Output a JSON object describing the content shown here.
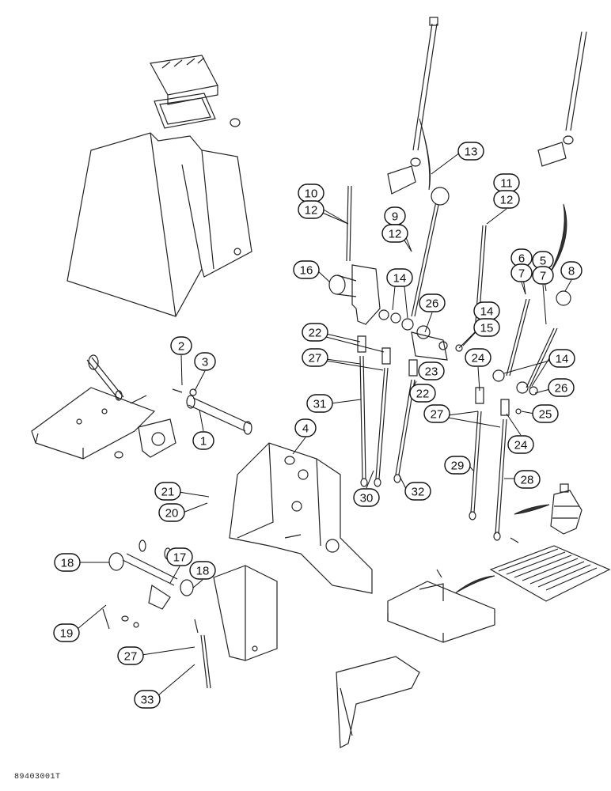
{
  "drawing_id": "89403001T",
  "callouts": [
    {
      "label": "1"
    },
    {
      "label": "2"
    },
    {
      "label": "3"
    },
    {
      "label": "4"
    },
    {
      "label": "5"
    },
    {
      "label": "7"
    },
    {
      "label": "6"
    },
    {
      "label": "7"
    },
    {
      "label": "8"
    },
    {
      "label": "9"
    },
    {
      "label": "12"
    },
    {
      "label": "10"
    },
    {
      "label": "12"
    },
    {
      "label": "11"
    },
    {
      "label": "12"
    },
    {
      "label": "13"
    },
    {
      "label": "14"
    },
    {
      "label": "14"
    },
    {
      "label": "15"
    },
    {
      "label": "14"
    },
    {
      "label": "16"
    },
    {
      "label": "17"
    },
    {
      "label": "18"
    },
    {
      "label": "18"
    },
    {
      "label": "19"
    },
    {
      "label": "20"
    },
    {
      "label": "21"
    },
    {
      "label": "22"
    },
    {
      "label": "22"
    },
    {
      "label": "23"
    },
    {
      "label": "24"
    },
    {
      "label": "24"
    },
    {
      "label": "25"
    },
    {
      "label": "26"
    },
    {
      "label": "26"
    },
    {
      "label": "27"
    },
    {
      "label": "27"
    },
    {
      "label": "27"
    },
    {
      "label": "28"
    },
    {
      "label": "29"
    },
    {
      "label": "30"
    },
    {
      "label": "31"
    },
    {
      "label": "32"
    },
    {
      "label": "33"
    }
  ]
}
